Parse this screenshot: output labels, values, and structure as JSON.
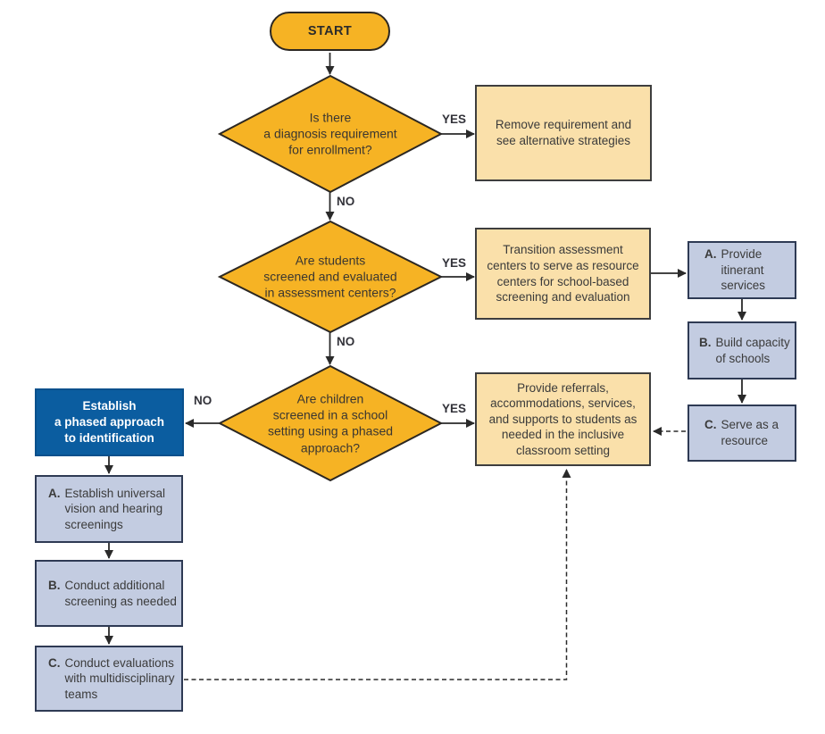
{
  "labels": {
    "start": "START",
    "yes": "YES",
    "no": "NO"
  },
  "decisions": {
    "diagnosis_requirement": "Is there\na diagnosis requirement\nfor enrollment?",
    "assessment_centers": "Are students\nscreened and evaluated\nin assessment centers?",
    "phased_school_screening": "Are children\nscreened in a school\nsetting using a phased\napproach?"
  },
  "actions": {
    "remove_requirement": "Remove requirement and\nsee alternative strategies",
    "transition_centers": "Transition assessment\ncenters to serve as resource\ncenters for school-based\nscreening and evaluation",
    "provide_referrals": "Provide referrals,\naccommodations, services,\nand supports to students as\nneeded in the inclusive\nclassroom setting",
    "establish_phased_approach": "Establish\na phased approach\nto identification"
  },
  "right_steps": [
    {
      "prefix": "A.",
      "text": "Provide\nitinerant\nservices"
    },
    {
      "prefix": "B.",
      "text": "Build capacity\nof schools"
    },
    {
      "prefix": "C.",
      "text": "Serve as a\nresource"
    }
  ],
  "left_steps": [
    {
      "prefix": "A.",
      "text": "Establish universal\nvision and hearing\nscreenings"
    },
    {
      "prefix": "B.",
      "text": "Conduct additional\nscreening as needed"
    },
    {
      "prefix": "C.",
      "text": "Conduct evaluations\nwith multidisciplinary\nteams"
    }
  ],
  "colors": {
    "gold": "#F6B324",
    "tan": "#FAE0AA",
    "light_blue": "#C3CCE1",
    "dark_blue": "#0B5DA0",
    "line": "#2A2A2A"
  }
}
